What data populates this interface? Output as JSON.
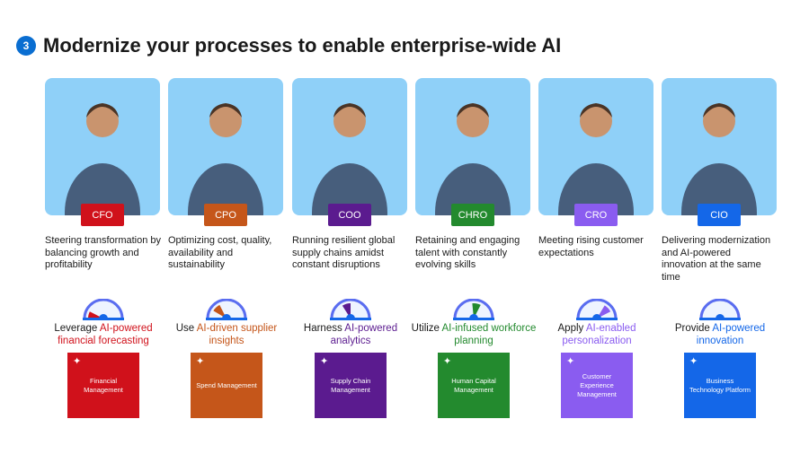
{
  "header": {
    "step": "3",
    "title": "Modernize your processes to enable enterprise-wide AI"
  },
  "columns": [
    {
      "role": "CFO",
      "color": "#d0111b",
      "description": "Steering transformation by balancing growth and profitability",
      "goal_prefix": "Leverage ",
      "goal_highlight": "AI-powered financial forecasting",
      "solution": "Financial Management",
      "gauge_level": 0.15
    },
    {
      "role": "CPO",
      "color": "#c5561a",
      "description": "Optimizing cost, quality, availability and sustainability",
      "goal_prefix": "Use ",
      "goal_highlight": "AI-driven supplier insights",
      "solution": "Spend Management",
      "gauge_level": 0.35
    },
    {
      "role": "COO",
      "color": "#5b1b8f",
      "description": "Running resilient global supply chains amidst constant disruptions",
      "goal_prefix": "Harness ",
      "goal_highlight": "AI-powered analytics",
      "solution": "Supply Chain Management",
      "gauge_level": 0.5
    },
    {
      "role": "CHRO",
      "color": "#238a2e",
      "description": "Retaining and engaging talent with constantly evolving skills",
      "goal_prefix": "Utilize ",
      "goal_highlight": "AI-infused workforce planning",
      "solution": "Human Capital Management",
      "gauge_level": 0.65
    },
    {
      "role": "CRO",
      "color": "#8a5cf0",
      "description": "Meeting rising customer expectations",
      "goal_prefix": "Apply ",
      "goal_highlight": "AI-enabled personalization",
      "solution": "Customer Experience Management",
      "gauge_level": 0.85
    },
    {
      "role": "CIO",
      "color": "#1467e8",
      "description": "Delivering modernization and AI-powered innovation at the same time",
      "goal_prefix": "Provide ",
      "goal_highlight": "AI-powered innovation",
      "solution": "Business Technology Platform",
      "gauge_level": 1.0
    }
  ]
}
